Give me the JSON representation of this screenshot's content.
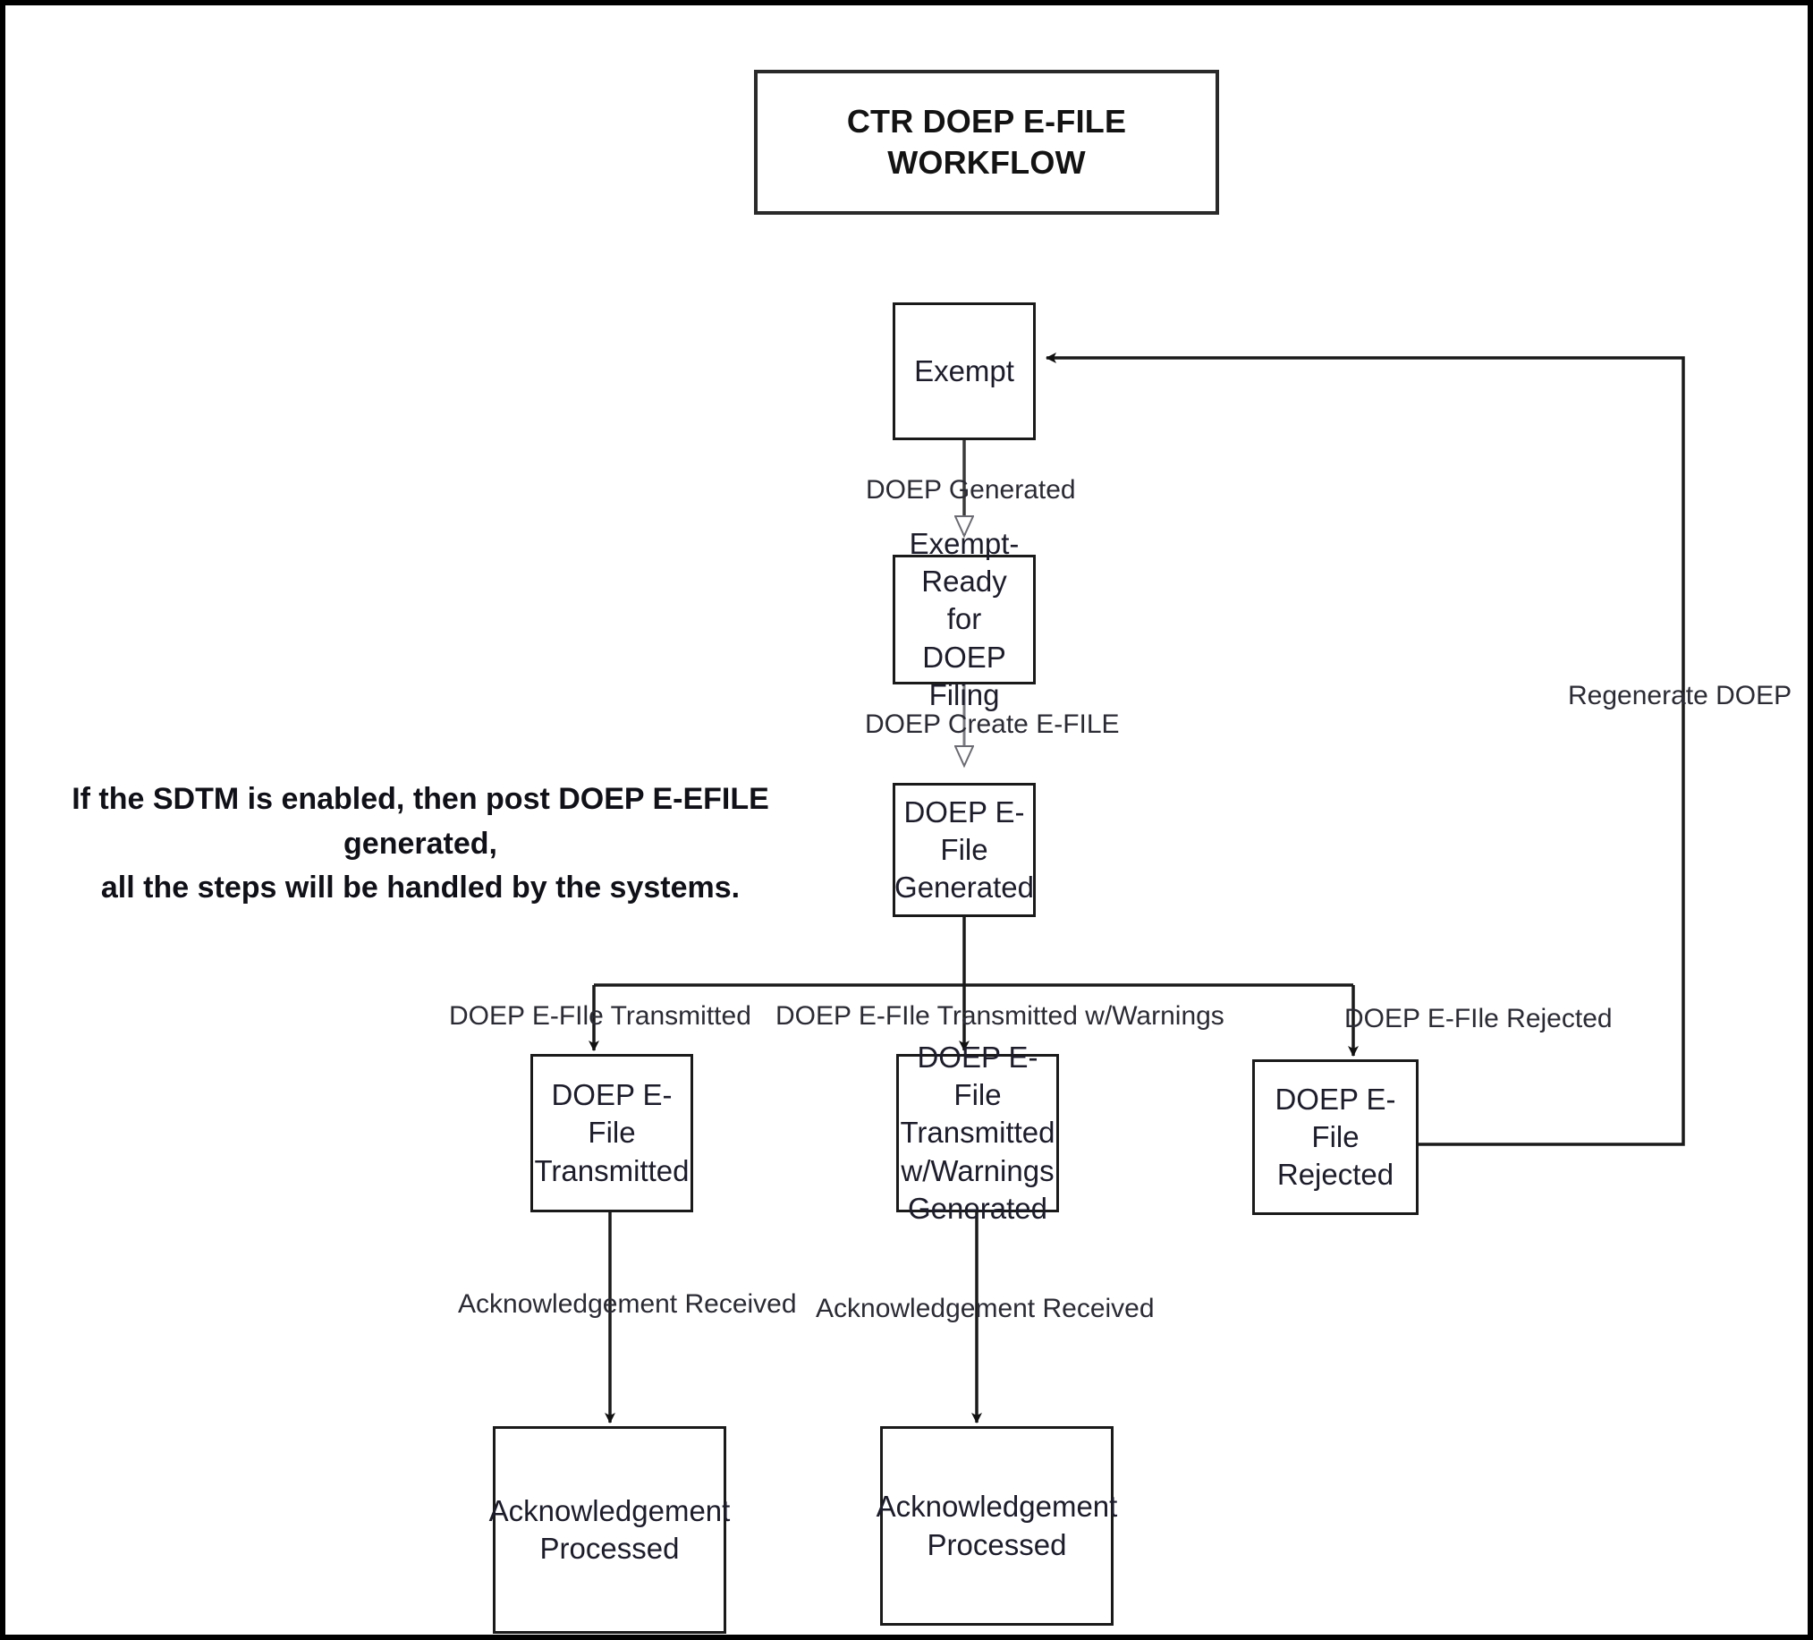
{
  "diagram": {
    "title": "CTR DOEP E-FILE WORKFLOW",
    "note": "If the SDTM is enabled, then post DOEP E-EFILE generated,\nall the steps will be handled by the systems.",
    "colors": {
      "background": "#ffffff",
      "frame": "#000000",
      "node_border": "#1a1a1a",
      "text": "#1c1c2b",
      "connector": "#1a1a1a"
    },
    "nodes": {
      "exempt": "Exempt",
      "exempt_ready": "Exempt-\nReady for\nDOEP\nFiling",
      "efile_generated": "DOEP E-\nFile\nGenerated",
      "transmitted": "DOEP E-File\nTransmitted",
      "transmitted_warnings": "DOEP E-File\nTransmitted\nw/Warnings\nGenerated",
      "rejected": "DOEP E-File\nRejected",
      "ack_processed_left": "Acknowledgement\nProcessed",
      "ack_processed_right": "Acknowledgement\nProcessed"
    },
    "edges": {
      "doep_generated": "DOEP Generated",
      "doep_create_efile": "DOEP Create E-FILE",
      "branch_transmitted": "DOEP E-FIle Transmitted",
      "branch_transmitted_warnings": "DOEP E-FIle Transmitted w/Warnings",
      "branch_rejected": "DOEP E-FIle Rejected",
      "regenerate_doep": "Regenerate DOEP",
      "ack_received_left": "Acknowledgement Received",
      "ack_received_right": "Acknowledgement Received"
    }
  }
}
